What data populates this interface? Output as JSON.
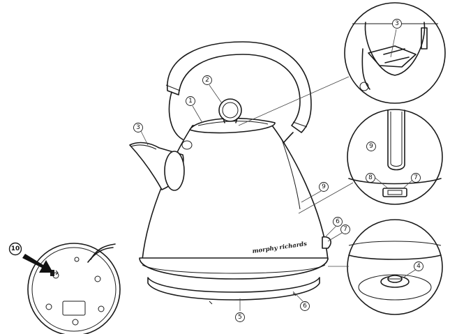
{
  "brand": "morphy richards",
  "callouts": {
    "c1": "1",
    "c2": "2",
    "c3_left": "3",
    "c3_detail": "3",
    "c9_body": "9",
    "c6_body": "6",
    "c7_body": "7",
    "c5": "5",
    "c6_bottom": "6",
    "c9_detail": "9",
    "c8_detail": "8",
    "c7_detail": "7",
    "c4_detail": "4",
    "c10": "10"
  }
}
